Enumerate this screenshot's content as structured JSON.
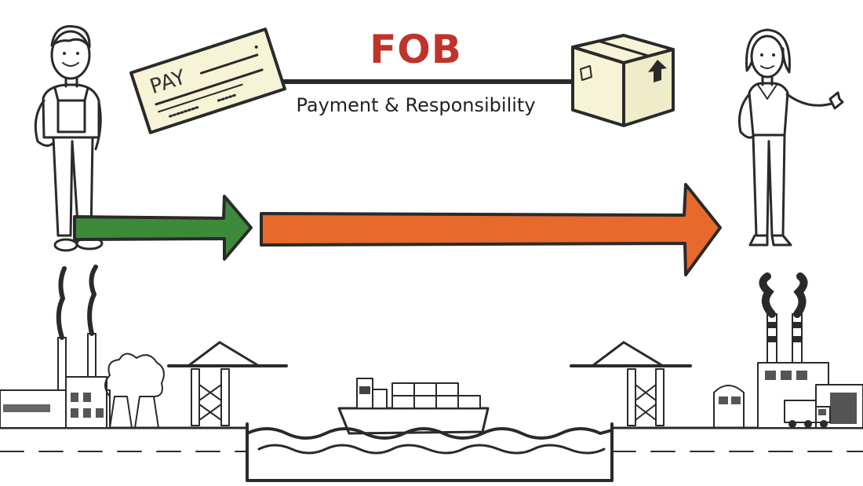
{
  "title": "FOB",
  "subtitle": "Payment & Responsibility",
  "check_label": "PAY",
  "colors": {
    "title": "#c0332b",
    "seller_arrow": "#3c8a3a",
    "buyer_arrow": "#e8692c",
    "box": "#f6f3d6",
    "check": "#f6f3d6",
    "ink": "#2a2a2a"
  },
  "icons": [
    "check-icon",
    "package-box-icon",
    "up-arrow-icon",
    "factory-icon",
    "crane-icon",
    "cargo-ship-icon",
    "water-waves-icon",
    "truck-icon"
  ]
}
